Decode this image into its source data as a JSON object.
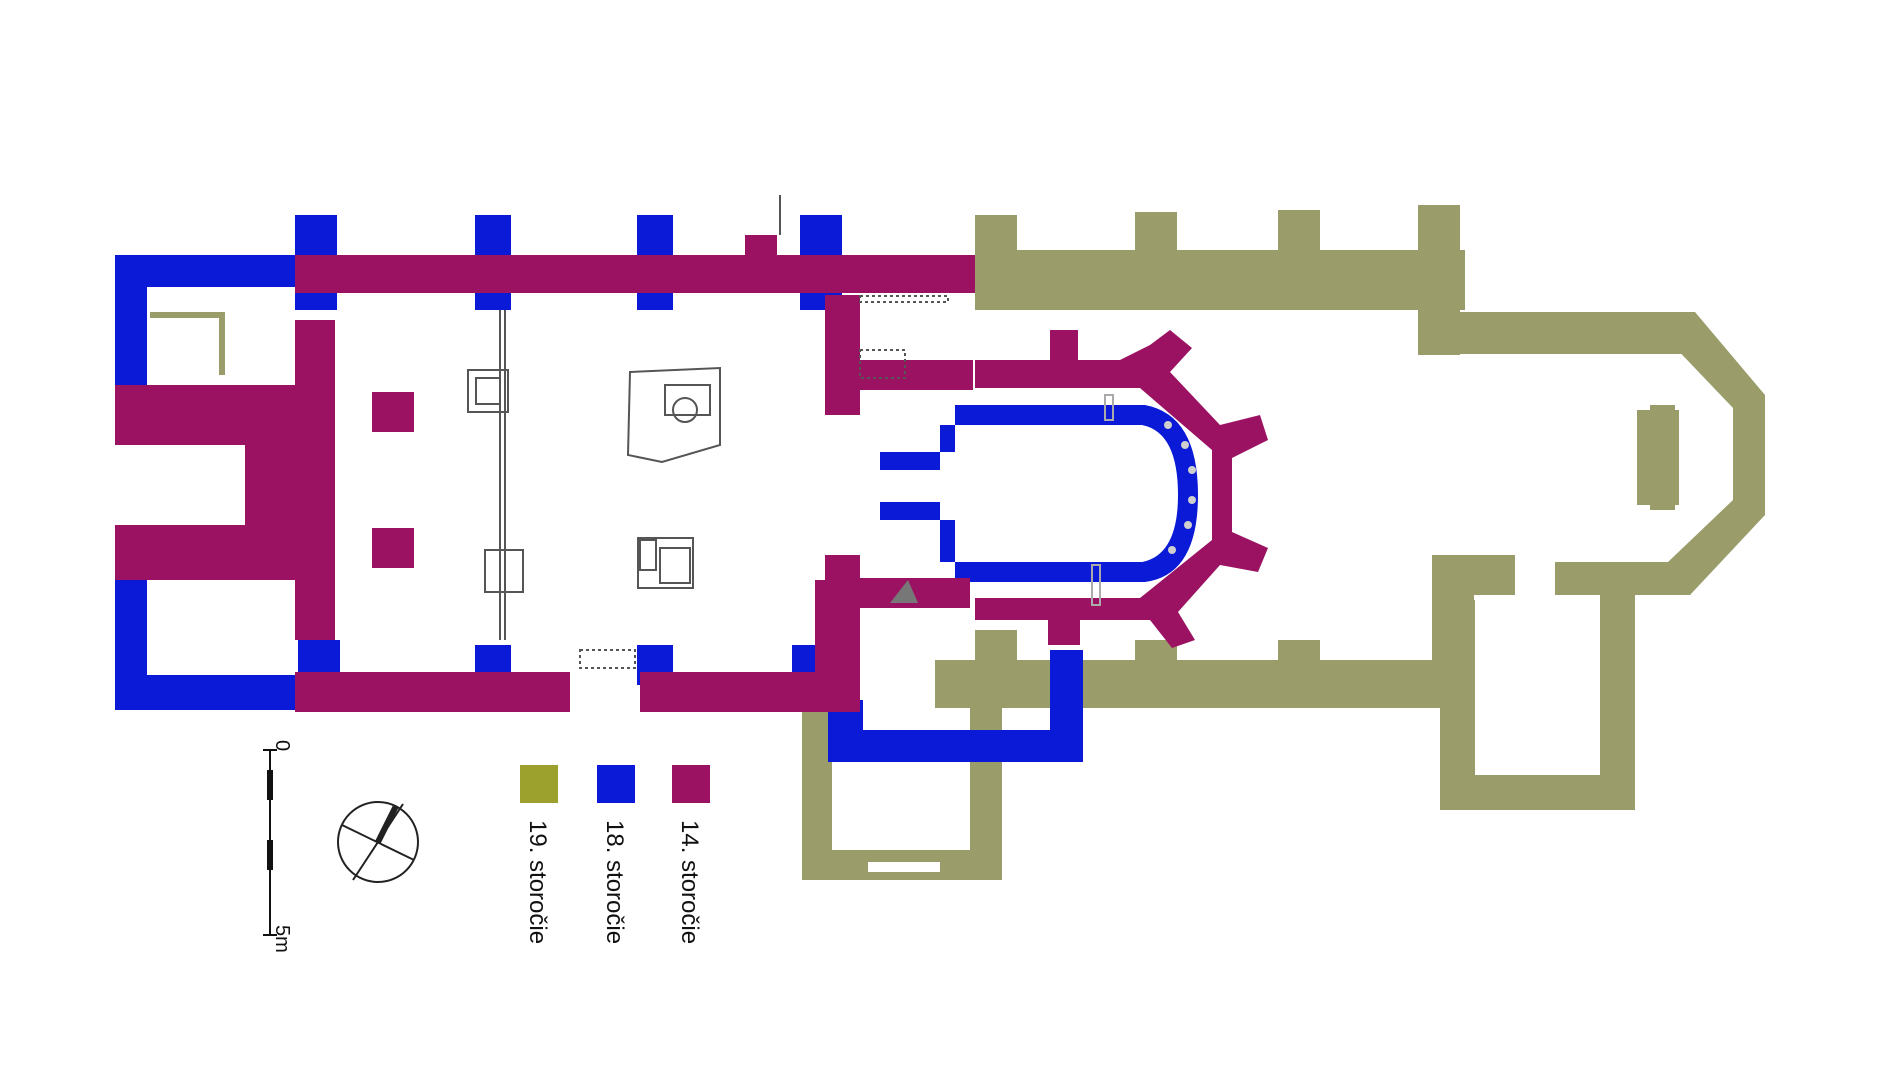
{
  "colors": {
    "c14": "#9b1262",
    "c18": "#0a1ad6",
    "c19": "#9a9d6a",
    "c19_legend": "#9ba12c",
    "ink": "#444444"
  },
  "legend": [
    {
      "key": "c19",
      "label": "19. storočie"
    },
    {
      "key": "c18",
      "label": "18. storočie"
    },
    {
      "key": "c14",
      "label": "14. storočie"
    }
  ],
  "scale": {
    "start": "0",
    "end": "5m"
  },
  "compass": {
    "icon": "north-arrow-icon"
  }
}
